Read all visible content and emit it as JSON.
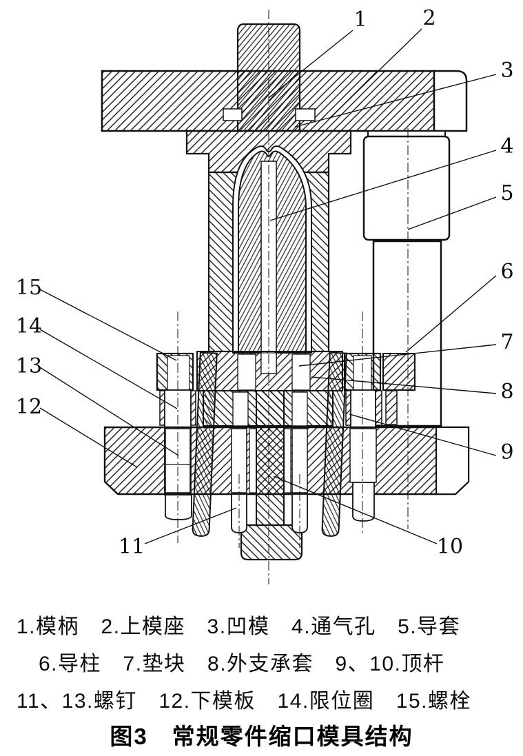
{
  "figure": {
    "type": "technical-section-drawing",
    "subject": "缩口模具 (necking die) cross-section",
    "callouts": [
      {
        "num": "1",
        "part": "模柄"
      },
      {
        "num": "2",
        "part": "上模座"
      },
      {
        "num": "3",
        "part": "凹模"
      },
      {
        "num": "4",
        "part": "通气孔"
      },
      {
        "num": "5",
        "part": "导套"
      },
      {
        "num": "6",
        "part": "导柱"
      },
      {
        "num": "7",
        "part": "垫块"
      },
      {
        "num": "8",
        "part": "外支承套"
      },
      {
        "num": "9",
        "part": "顶杆"
      },
      {
        "num": "10",
        "part": "顶杆"
      },
      {
        "num": "11",
        "part": "螺钉"
      },
      {
        "num": "12",
        "part": "下模板"
      },
      {
        "num": "13",
        "part": "螺钉"
      },
      {
        "num": "14",
        "part": "限位圈"
      },
      {
        "num": "15",
        "part": "螺栓"
      }
    ]
  },
  "legend": {
    "line1": "1.模柄　2.上模座　3.凹模　4.通气孔　5.导套",
    "line2": "6.导柱　7.垫块　8.外支承套　9、10.顶杆",
    "line3": "11、13.螺钉　12.下模板　14.限位圈　15.螺栓",
    "caption": "图3　常规零件缩口模具结构"
  },
  "colors": {
    "ink": "#111111",
    "paper": "#ffffff"
  }
}
